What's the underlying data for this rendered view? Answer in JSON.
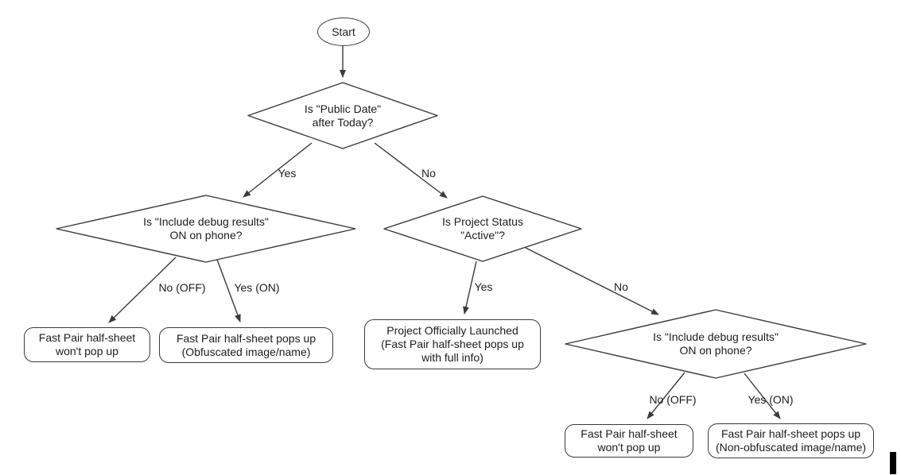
{
  "diagram_type": "flowchart",
  "nodes": {
    "start": {
      "label": "Start"
    },
    "q_public_date": {
      "lines": [
        "Is \"Public Date\"",
        "after Today?"
      ]
    },
    "q_debug_left": {
      "lines": [
        "Is \"Include debug results\"",
        "ON on phone?"
      ]
    },
    "q_project_status": {
      "lines": [
        "Is Project Status",
        "\"Active\"?"
      ]
    },
    "q_debug_right": {
      "lines": [
        "Is \"Include debug results\"",
        "ON on phone?"
      ]
    },
    "leaf_no_popup_left": {
      "lines": [
        "Fast Pair half-sheet",
        "won't pop up"
      ]
    },
    "leaf_obfuscated": {
      "lines": [
        "Fast Pair half-sheet pops up",
        "(Obfuscated image/name)"
      ]
    },
    "leaf_launched": {
      "lines": [
        "Project Officially Launched",
        "(Fast Pair half-sheet pops up",
        "with full info)"
      ]
    },
    "leaf_no_popup_right": {
      "lines": [
        "Fast Pair half-sheet",
        "won't pop up"
      ]
    },
    "leaf_non_obfuscated": {
      "lines": [
        "Fast Pair half-sheet pops up",
        "(Non-obfuscated image/name)"
      ]
    }
  },
  "edge_labels": {
    "public_date_yes": "Yes",
    "public_date_no": "No",
    "debug_left_no": "No (OFF)",
    "debug_left_yes": "Yes (ON)",
    "project_status_yes": "Yes",
    "project_status_no": "No",
    "debug_right_no": "No (OFF)",
    "debug_right_yes": "Yes (ON)"
  },
  "colors": {
    "stroke": "#3a3a3a",
    "text": "#1c1c1c",
    "background": "#ffffff"
  }
}
